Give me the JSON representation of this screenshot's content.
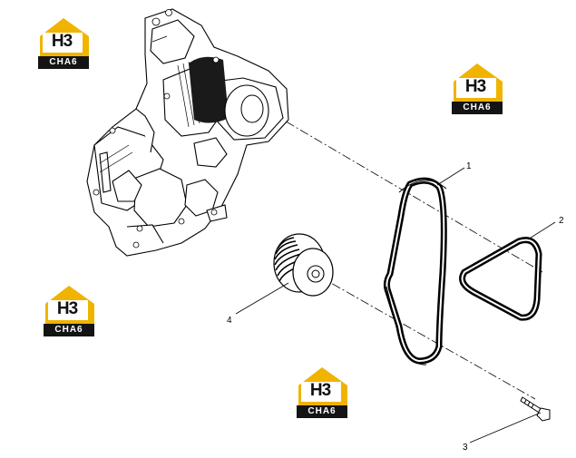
{
  "callouts": [
    "1",
    "2",
    "3",
    "4"
  ],
  "watermark": {
    "mark": "H3",
    "caption": "CHA6"
  },
  "colors": {
    "logo_yellow": "#f0b400",
    "logo_dark": "#141414",
    "line": "#000000"
  }
}
